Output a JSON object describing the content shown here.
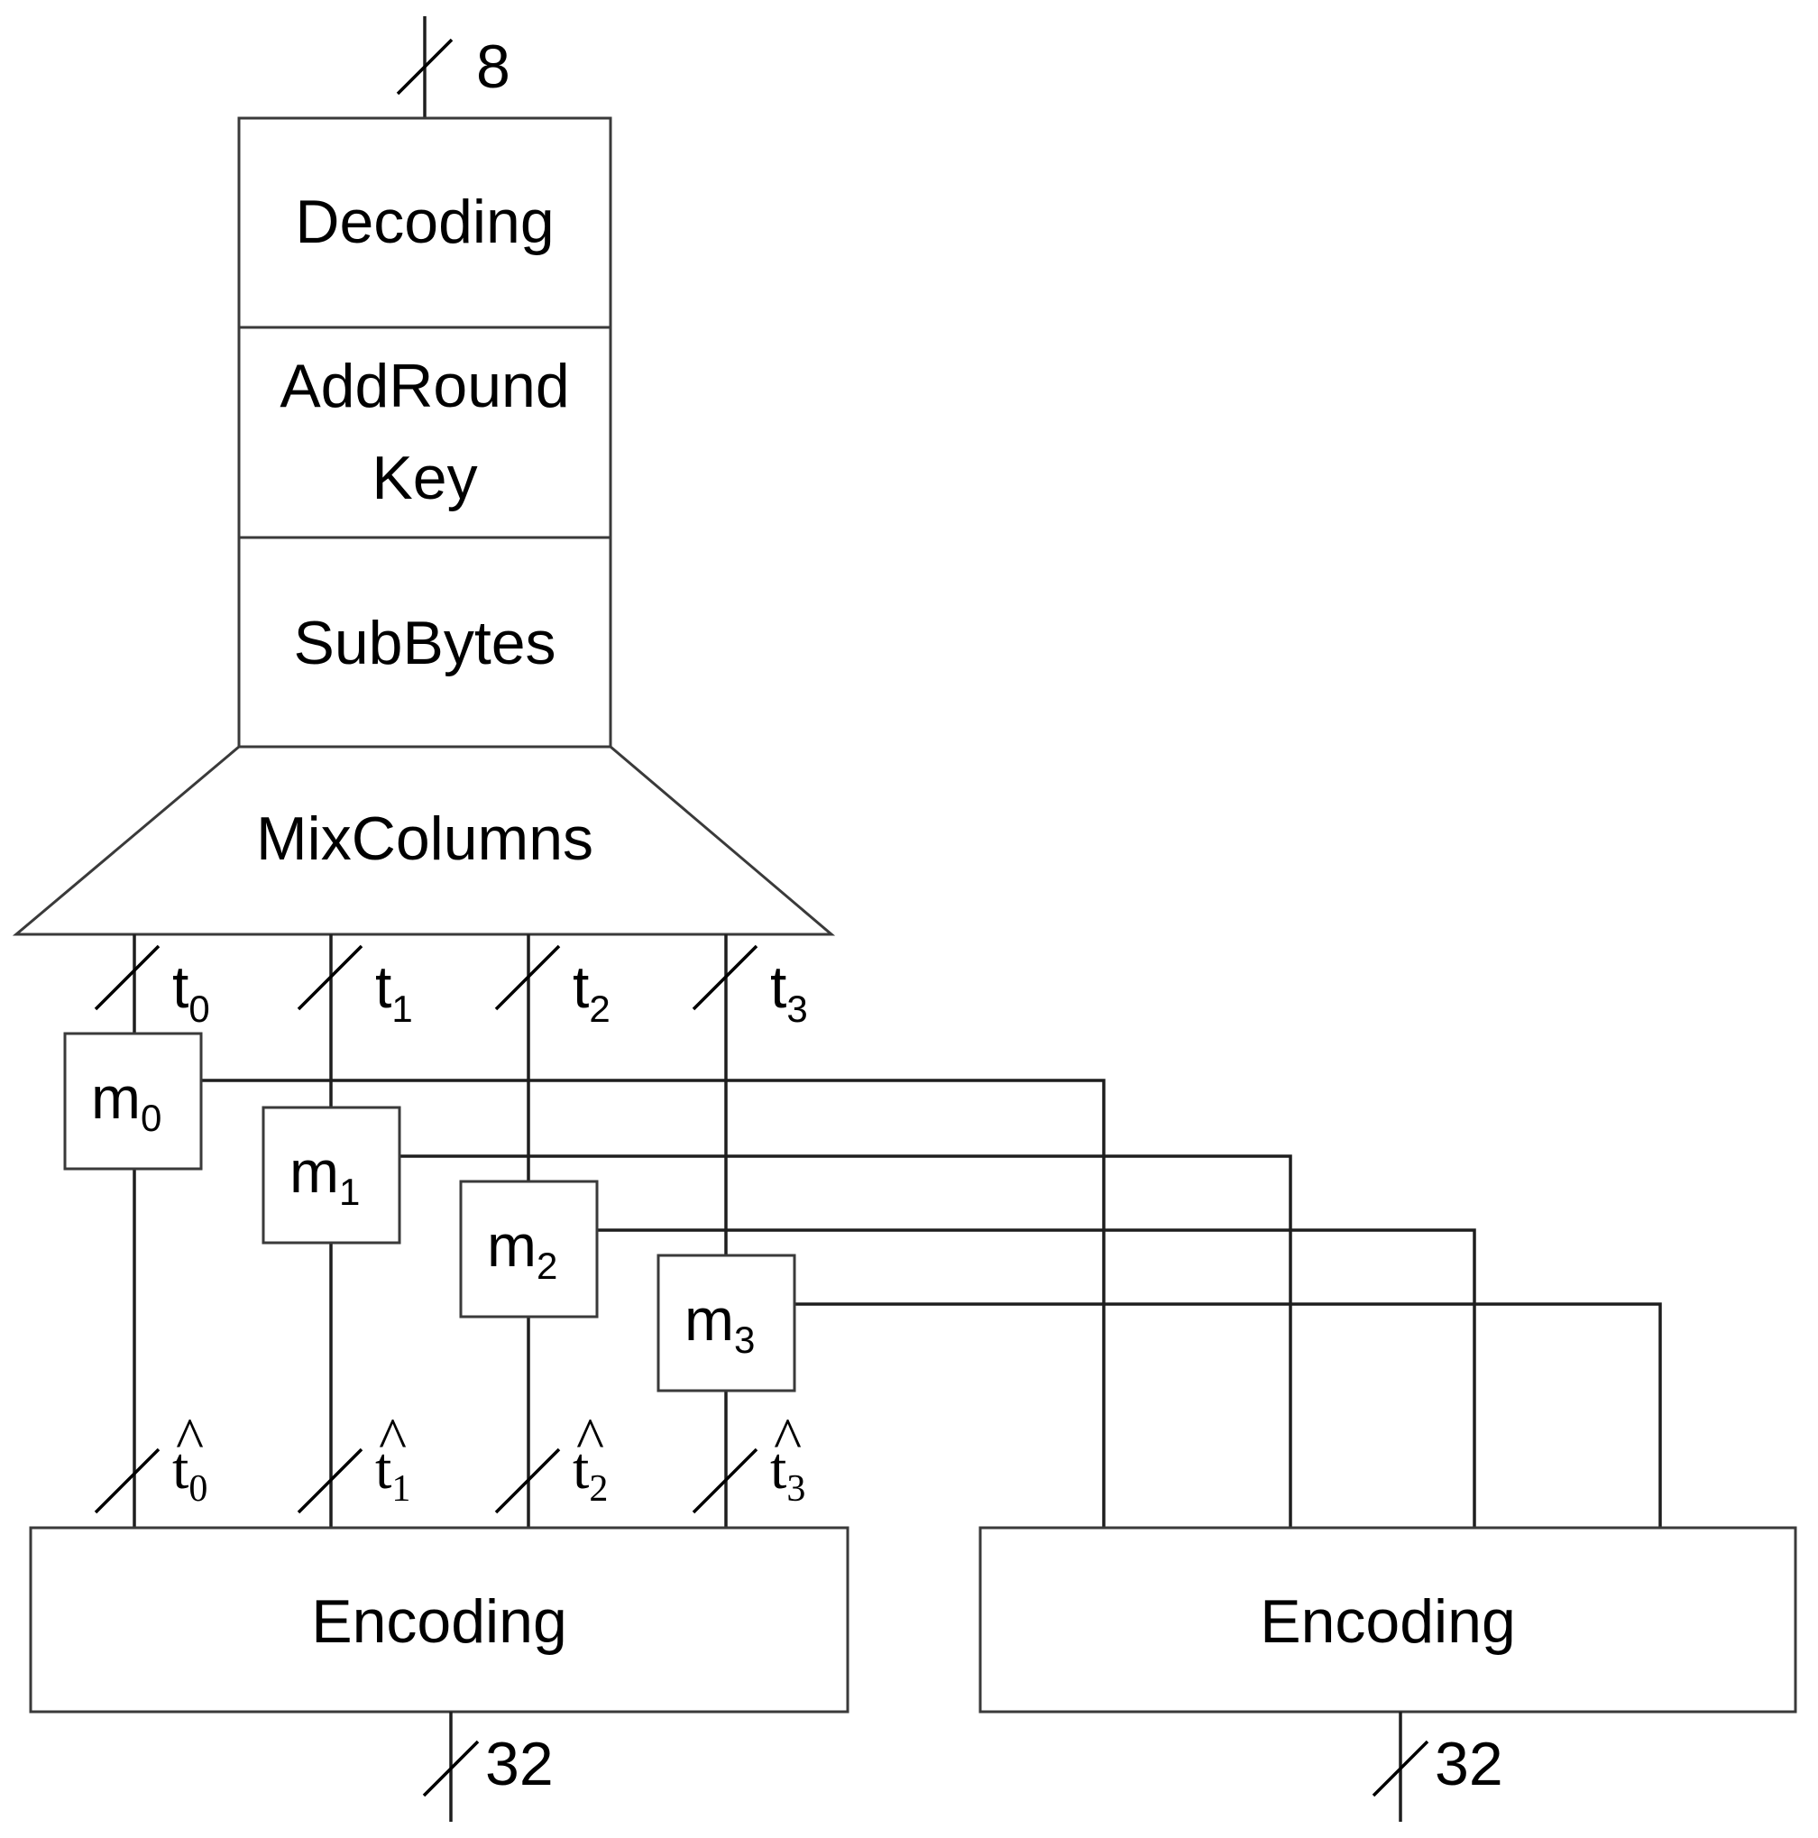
{
  "blocks": {
    "decoding": "Decoding",
    "addroundkey_line1": "AddRound",
    "addroundkey_line2": "Key",
    "subbytes": "SubBytes",
    "mixcolumns": "MixColumns",
    "encoding_left": "Encoding",
    "encoding_right": "Encoding"
  },
  "bus_widths": {
    "input": "8",
    "output_left": "32",
    "output_right": "32"
  },
  "wires": {
    "t": [
      {
        "base": "t",
        "sub": "0"
      },
      {
        "base": "t",
        "sub": "1"
      },
      {
        "base": "t",
        "sub": "2"
      },
      {
        "base": "t",
        "sub": "3"
      }
    ],
    "that": [
      {
        "base": "t",
        "accent": "^",
        "sub": "0"
      },
      {
        "base": "t",
        "accent": "^",
        "sub": "1"
      },
      {
        "base": "t",
        "accent": "^",
        "sub": "2"
      },
      {
        "base": "t",
        "accent": "^",
        "sub": "3"
      }
    ]
  },
  "masks": [
    {
      "base": "m",
      "sub": "0"
    },
    {
      "base": "m",
      "sub": "1"
    },
    {
      "base": "m",
      "sub": "2"
    },
    {
      "base": "m",
      "sub": "3"
    }
  ]
}
